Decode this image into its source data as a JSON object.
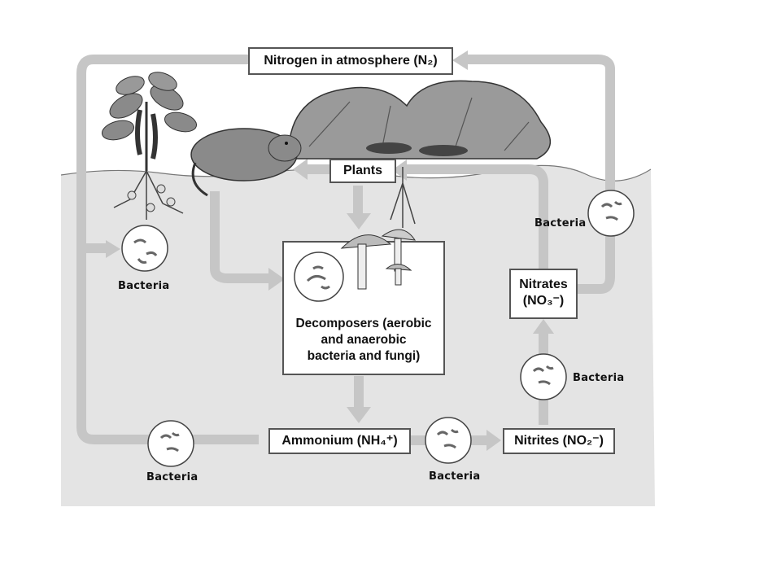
{
  "diagram": {
    "atmosphere": "Nitrogen in atmosphere (N₂)",
    "plants": "Plants",
    "decomposers": [
      "Decomposers (aerobic",
      "and anaerobic",
      "bacteria and fungi)"
    ],
    "ammonium": "Ammonium (NH₄⁺)",
    "nitrites": "Nitrites (NO₂⁻)",
    "nitrates": [
      "Nitrates",
      "(NO₃⁻)"
    ],
    "bacteria_label": "Bacteria"
  },
  "colors": {
    "soil": "#e4e4e4",
    "arrow": "#c6c6c6",
    "box_border": "#555555",
    "plant_leaf": "#8a8a8a"
  },
  "icons": [
    "bacteria-circle-icon",
    "mushroom-icon",
    "gopher-icon",
    "plant-icon"
  ]
}
